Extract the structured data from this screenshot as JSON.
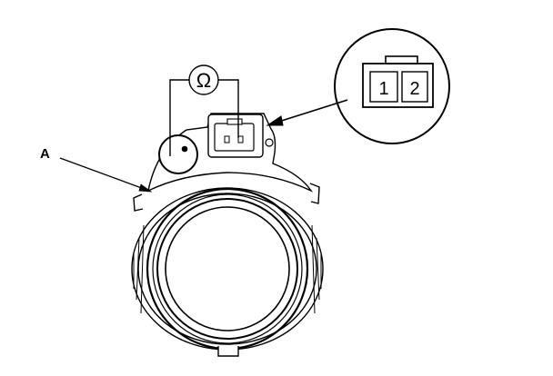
{
  "diagram": {
    "callout_label": "A",
    "meter_symbol": "Ω",
    "connector_pins": [
      "1",
      "2"
    ]
  },
  "colors": {
    "line": "#000000",
    "background": "#ffffff"
  }
}
